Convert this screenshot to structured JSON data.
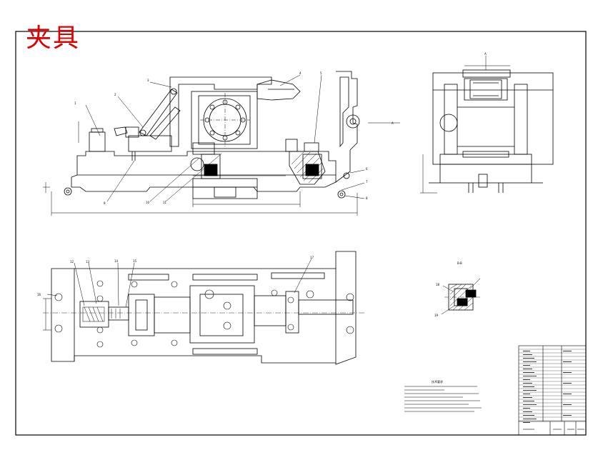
{
  "drawing": {
    "title_label": "夹具",
    "accent_color": "#e00000",
    "line_color": "#000000",
    "balloon_labels": {
      "front": [
        "1",
        "2",
        "3",
        "4",
        "5",
        "6",
        "7",
        "8",
        "9",
        "10",
        "11"
      ],
      "plan": [
        "12",
        "13",
        "14",
        "15",
        "16",
        "17"
      ],
      "side_section": [
        "B-B",
        "18",
        "19"
      ]
    },
    "view_markers": {
      "side_view": "A",
      "arrow_view": "A"
    },
    "technical_requirements_title": "技术要求",
    "title_block": {
      "present": true
    }
  }
}
